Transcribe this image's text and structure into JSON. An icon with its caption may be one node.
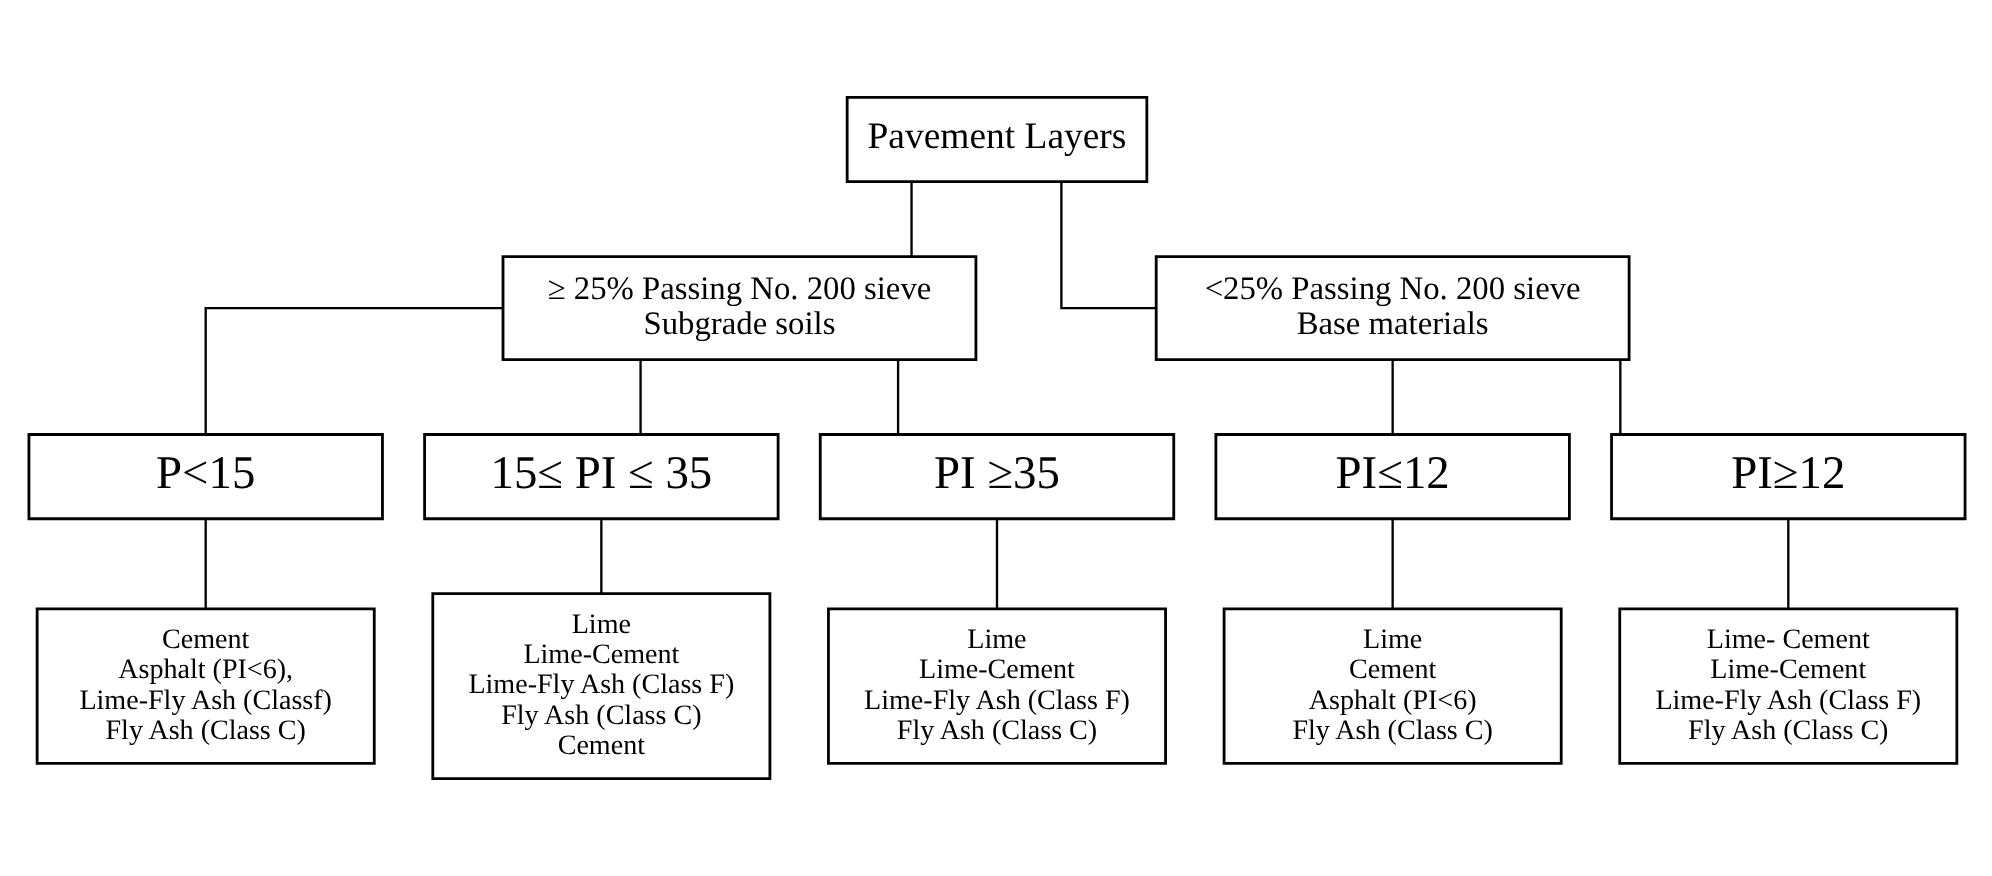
{
  "diagram": {
    "nodes": [
      {
        "text": [
          "Pavement Layers"
        ]
      },
      {
        "text": [
          "≥ 25% Passing No. 200 sieve",
          "Subgrade soils"
        ]
      },
      {
        "text": [
          "<25% Passing No. 200 sieve",
          "Base materials"
        ]
      },
      {
        "text": [
          "P<15"
        ]
      },
      {
        "text": [
          "15≤ PI ≤ 35"
        ]
      },
      {
        "text": [
          "PI ≥35"
        ]
      },
      {
        "text": [
          "PI≤12"
        ]
      },
      {
        "text": [
          "PI≥12"
        ]
      },
      {
        "text": [
          "Cement",
          "Asphalt (PI<6),",
          "Lime-Fly Ash (Classf)",
          "Fly Ash (Class C)"
        ]
      },
      {
        "text": [
          "Lime",
          "Lime-Cement",
          "Lime-Fly Ash (Class F)",
          "Fly Ash (Class C)",
          "Cement"
        ]
      },
      {
        "text": [
          "Lime",
          "Lime-Cement",
          "Lime-Fly Ash (Class F)",
          "Fly Ash (Class C)"
        ]
      },
      {
        "text": [
          "Lime",
          "Cement",
          "Asphalt (PI<6)",
          "Fly Ash (Class C)"
        ]
      },
      {
        "text": [
          "Lime- Cement",
          "Lime-Cement",
          "Lime-Fly Ash (Class F)",
          "Fly Ash (Class C)"
        ]
      }
    ],
    "edges": [
      {
        "from": 0,
        "to": 1,
        "arrow": "none"
      },
      {
        "from": 0,
        "to": 2,
        "arrow": "none"
      },
      {
        "from": 1,
        "to": 3,
        "arrow": "none"
      },
      {
        "from": 1,
        "to": 4,
        "arrow": "none"
      },
      {
        "from": 1,
        "to": 5,
        "arrow": "none"
      },
      {
        "from": 2,
        "to": 6,
        "arrow": "none"
      },
      {
        "from": 2,
        "to": 7,
        "arrow": "none"
      },
      {
        "from": 3,
        "to": 8,
        "arrow": "none"
      },
      {
        "from": 4,
        "to": 9,
        "arrow": "none"
      },
      {
        "from": 5,
        "to": 10,
        "arrow": "none"
      },
      {
        "from": 6,
        "to": 11,
        "arrow": "none"
      },
      {
        "from": 7,
        "to": 12,
        "arrow": "none"
      }
    ]
  }
}
